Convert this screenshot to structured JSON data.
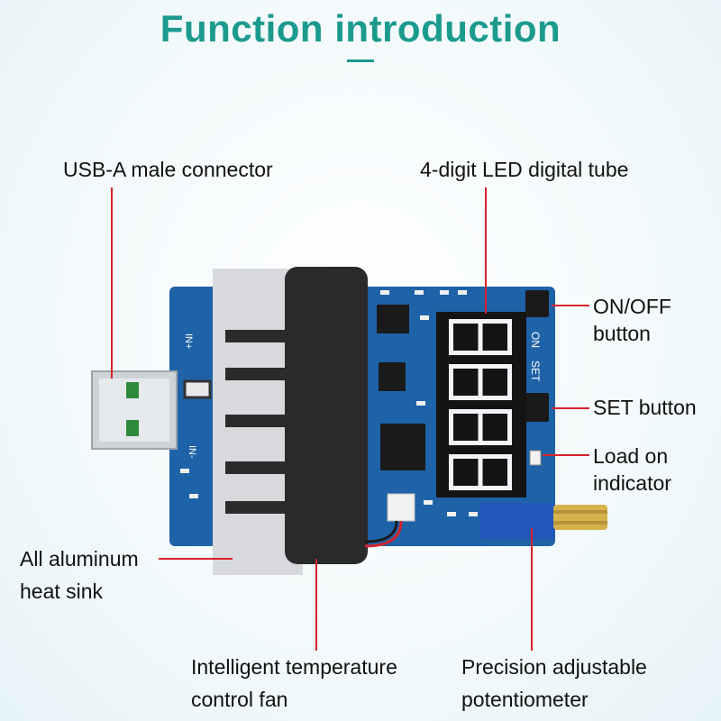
{
  "title": "Function introduction",
  "colors": {
    "title": "#1b9a8e",
    "leader": "#d6242a",
    "pcb": "#1e62a8",
    "heatsink": "#d7d9dc",
    "fan": "#2a2a2a",
    "led_segment": "#f2f4f8",
    "display": "#141414"
  },
  "labels": {
    "usb": "USB-A male connector",
    "led": "4-digit LED digital tube",
    "onoff_1": "ON/OFF",
    "onoff_2": "button",
    "set": "SET button",
    "load_1": "Load on",
    "load_2": "indicator",
    "heatsink_1": "All aluminum",
    "heatsink_2": "heat sink",
    "fan_1": "Intelligent temperature",
    "fan_2": "control fan",
    "pot_1": "Precision adjustable",
    "pot_2": "potentiometer"
  },
  "silkscreen": {
    "on": "ON",
    "set": "SET",
    "in_plus": "IN+",
    "in_minus": "IN-"
  },
  "display_digits": "8888"
}
